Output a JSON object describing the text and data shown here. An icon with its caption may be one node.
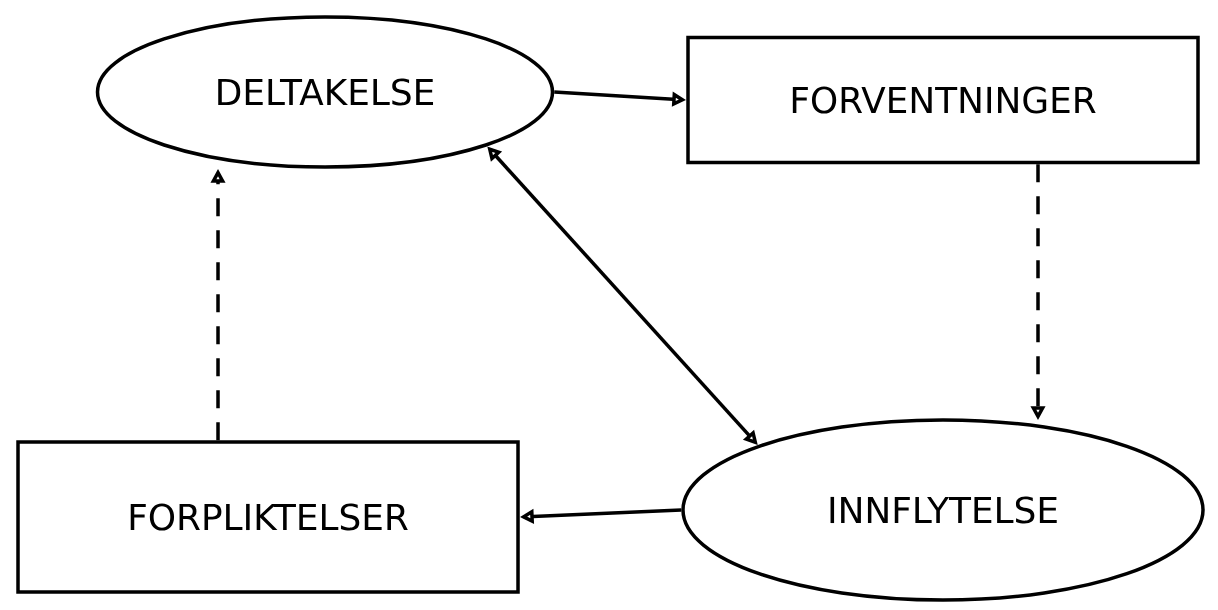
{
  "diagram": {
    "nodes": [
      {
        "text": [
          "DELTAKELSE"
        ]
      },
      {
        "text": [
          "FORVENTNINGER"
        ]
      },
      {
        "text": [
          "FORPLIKTELSER"
        ]
      },
      {
        "text": [
          "INNFLYTELSE"
        ]
      }
    ],
    "edges": [
      {
        "from": 0,
        "to": 1,
        "arrow": "to"
      },
      {
        "from": 1,
        "to": 3,
        "arrow": "to",
        "style": "dashed"
      },
      {
        "from": 0,
        "to": 3,
        "arrow": "both"
      },
      {
        "from": 3,
        "to": 2,
        "arrow": "to"
      },
      {
        "from": 2,
        "to": 0,
        "arrow": "to",
        "style": "dashed"
      }
    ]
  }
}
